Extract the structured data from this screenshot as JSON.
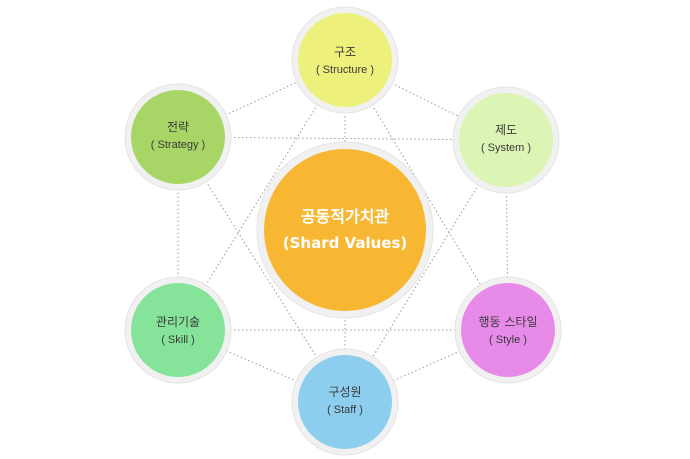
{
  "center": {
    "title": "공동적가치관",
    "subtitle": "(Shard Values)",
    "color": "#f7b733"
  },
  "nodes": {
    "structure": {
      "title": "구조",
      "subtitle": "( Structure )",
      "color": "#eef07c"
    },
    "system": {
      "title": "제도",
      "subtitle": "( System )",
      "color": "#dcf5b4"
    },
    "style": {
      "title": "행동 스타일",
      "subtitle": "( Style )",
      "color": "#e78ae8"
    },
    "staff": {
      "title": "구성원",
      "subtitle": "( Staff )",
      "color": "#8dcdee"
    },
    "skill": {
      "title": "관리기술",
      "subtitle": "( Skill )",
      "color": "#86e39a"
    },
    "strategy": {
      "title": "전략",
      "subtitle": "( Strategy )",
      "color": "#a8d666"
    }
  }
}
